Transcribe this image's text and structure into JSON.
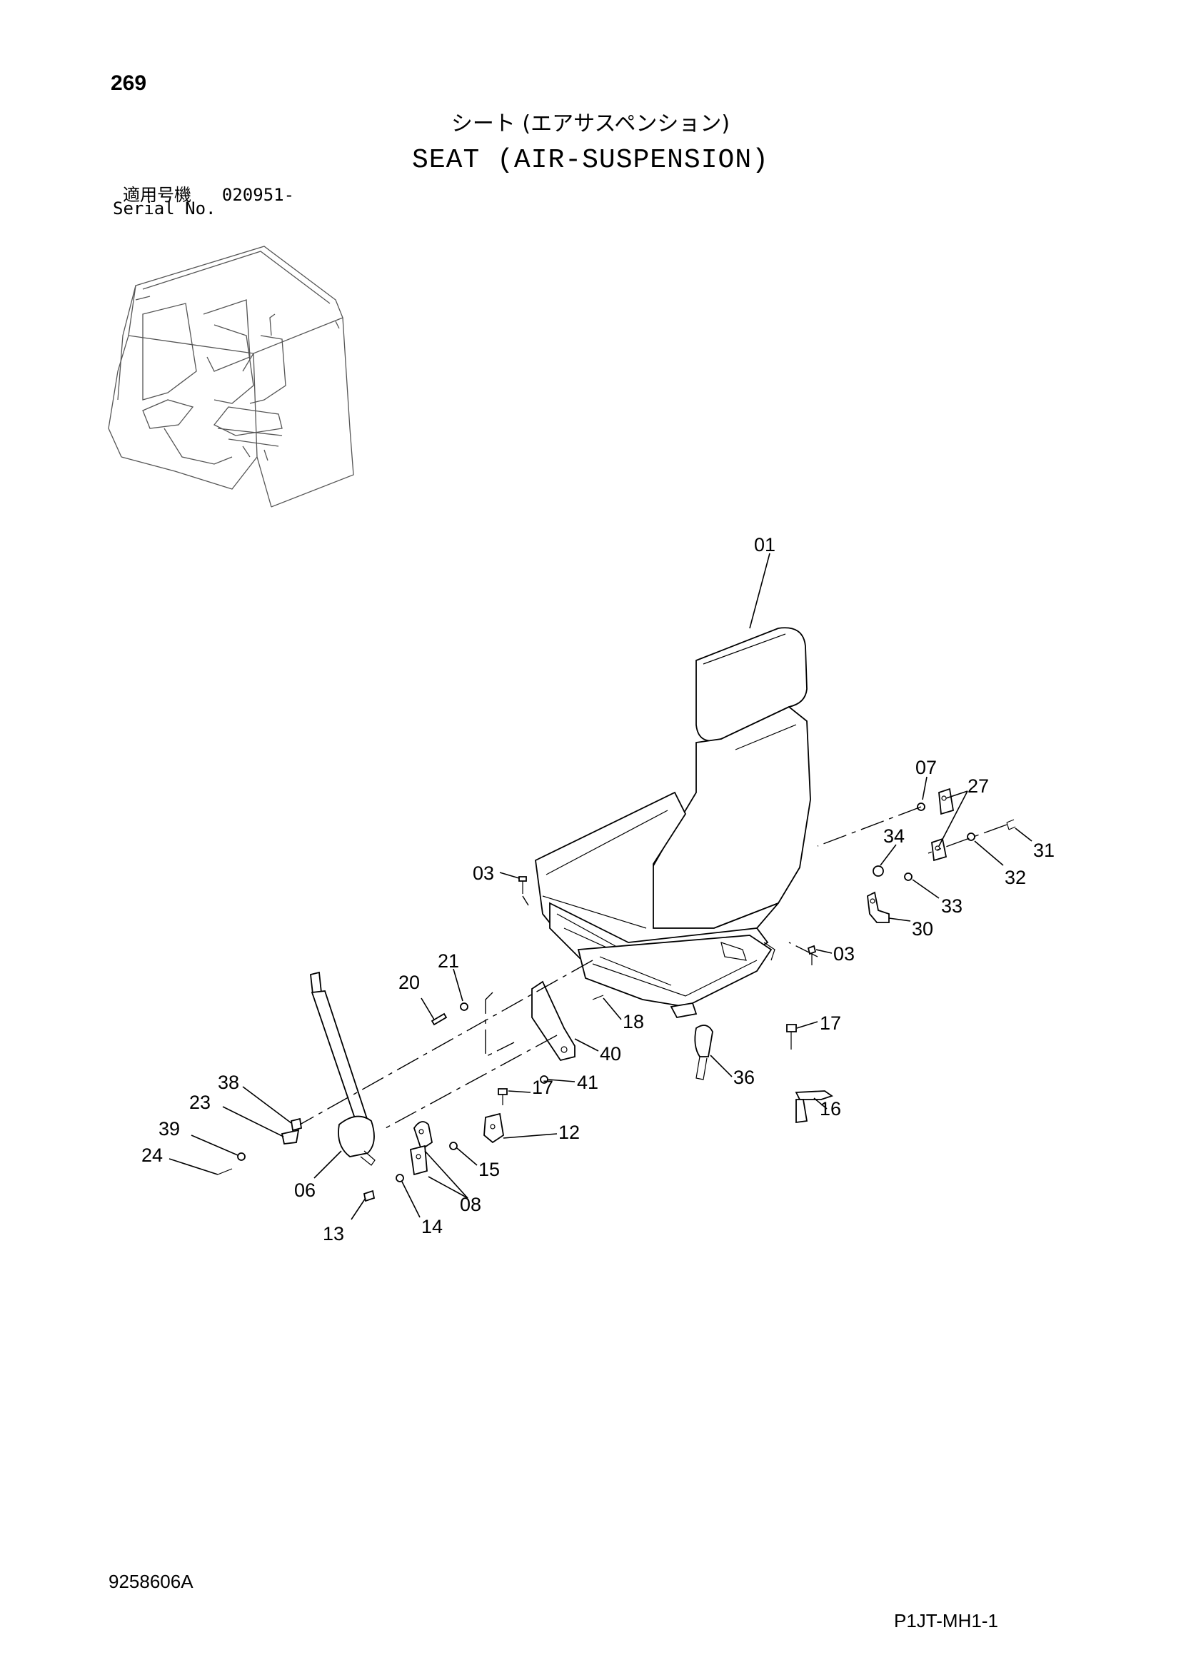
{
  "page_number": "269",
  "title_jp": "シート (エアサスペンション)",
  "title_en": "SEAT (AIR-SUSPENSION)",
  "serial_label_jp": "適用号機",
  "serial_value": "020951-",
  "serial_label_en": "Serial No.",
  "doc_code": "9258606A",
  "sheet_code": "P1JT-MH1-1",
  "part_labels": {
    "p01": "01",
    "p03a": "03",
    "p03b": "03",
    "p06": "06",
    "p07": "07",
    "p08": "08",
    "p12": "12",
    "p13": "13",
    "p14": "14",
    "p15": "15",
    "p16": "16",
    "p17a": "17",
    "p17b": "17",
    "p18": "18",
    "p20": "20",
    "p21": "21",
    "p23": "23",
    "p24": "24",
    "p27": "27",
    "p30": "30",
    "p31": "31",
    "p32": "32",
    "p33": "33",
    "p34": "34",
    "p36": "36",
    "p38": "38",
    "p39": "39",
    "p40": "40",
    "p41": "41"
  }
}
